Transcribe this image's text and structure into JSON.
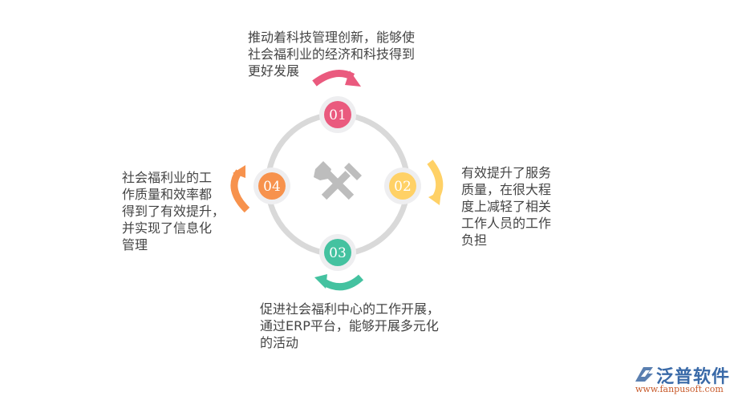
{
  "diagram": {
    "center_icon": "crossed-hammers-icon",
    "ring_color": "#d9d9d9",
    "nodes": [
      {
        "id": "01",
        "label": "01",
        "color": "#ea5a7e",
        "text": "推动着科技管理创新，能够使\n社会福利业的经济和科技得到\n更好发展"
      },
      {
        "id": "02",
        "label": "02",
        "color": "#ffd166",
        "text": "有效提升了服务\n质量，在很大程\n度上减轻了相关\n工作人员的工作\n负担"
      },
      {
        "id": "03",
        "label": "03",
        "color": "#44c2a0",
        "text": "促进社会福利中心的工作开展，\n通过ERP平台，能够开展多元化\n的活动"
      },
      {
        "id": "04",
        "label": "04",
        "color": "#f7924d",
        "text": "社会福利业的工\n作质量和效率都\n得到了有效提升，\n并实现了信息化\n管理"
      }
    ]
  },
  "logo": {
    "name": "泛普软件",
    "url": "www.fanpusoft.com"
  }
}
